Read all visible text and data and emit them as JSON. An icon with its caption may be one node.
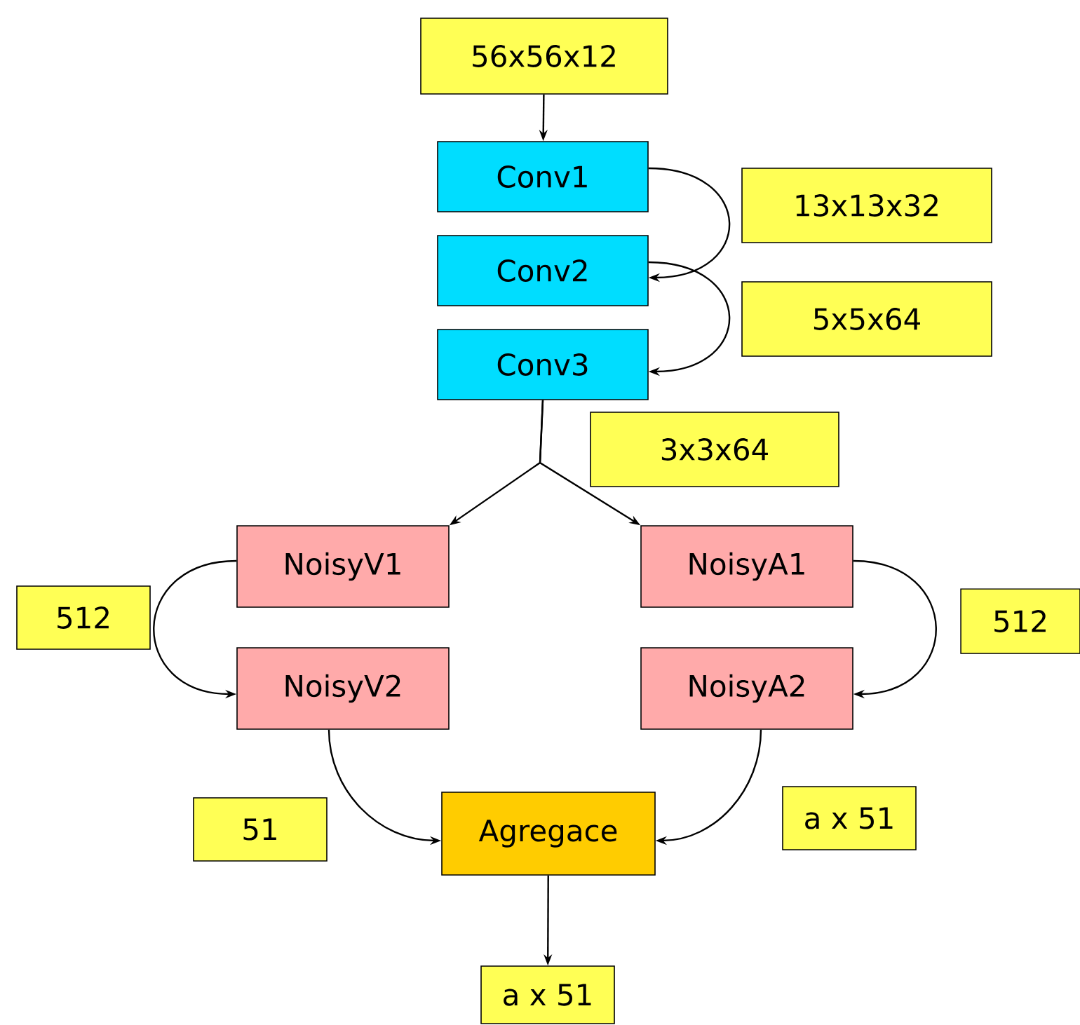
{
  "diagram": {
    "nodes": [
      {
        "text": [
          "56x56x12"
        ]
      },
      {
        "text": [
          "Conv1"
        ]
      },
      {
        "text": [
          "13x13x32"
        ]
      },
      {
        "text": [
          "Conv2"
        ]
      },
      {
        "text": [
          "5x5x64"
        ]
      },
      {
        "text": [
          "Conv3"
        ]
      },
      {
        "text": [
          "3x3x64"
        ]
      },
      {
        "text": [
          "NoisyV1"
        ]
      },
      {
        "text": [
          "NoisyA1"
        ]
      },
      {
        "text": [
          "512"
        ]
      },
      {
        "text": [
          "512"
        ]
      },
      {
        "text": [
          "NoisyV2"
        ]
      },
      {
        "text": [
          "NoisyA2"
        ]
      },
      {
        "text": [
          "51"
        ]
      },
      {
        "text": [
          "a x 51"
        ]
      },
      {
        "text": [
          "Agregace"
        ]
      },
      {
        "text": [
          "a x 51"
        ]
      }
    ],
    "edges": [
      {
        "from": 0,
        "to": 1,
        "arrow": "to"
      },
      {
        "from": 1,
        "to": 3,
        "arrow": "to"
      },
      {
        "from": 3,
        "to": 5,
        "arrow": "to"
      },
      {
        "from": 5,
        "to": 7,
        "arrow": "to"
      },
      {
        "from": 5,
        "to": 8,
        "arrow": "to"
      },
      {
        "from": 7,
        "to": 11,
        "arrow": "to"
      },
      {
        "from": 8,
        "to": 12,
        "arrow": "to"
      },
      {
        "from": 11,
        "to": 15,
        "arrow": "to"
      },
      {
        "from": 12,
        "to": 15,
        "arrow": "to"
      },
      {
        "from": 15,
        "to": 16,
        "arrow": "to"
      }
    ]
  }
}
